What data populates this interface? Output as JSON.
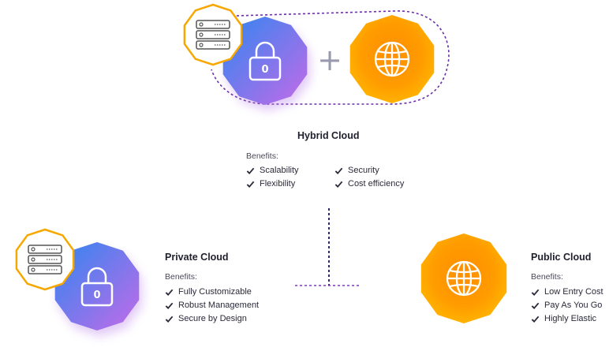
{
  "hybrid": {
    "title": "Hybrid Cloud",
    "benefits_label": "Benefits:",
    "benefits": [
      "Scalability",
      "Security",
      "Flexibility",
      "Cost efficiency"
    ]
  },
  "private": {
    "title": "Private Cloud",
    "benefits_label": "Benefits:",
    "benefits": [
      "Fully Customizable",
      "Robust Management",
      "Secure by Design"
    ]
  },
  "public": {
    "title": "Public Cloud",
    "benefits_label": "Benefits:",
    "benefits": [
      "Low Entry Cost",
      "Pay As You Go",
      "Highly Elastic"
    ]
  },
  "lock_digit": "0",
  "plus_sign": "+",
  "icons": [
    "server-rack-icon",
    "lock-icon",
    "globe-icon",
    "plus-icon",
    "check-icon"
  ],
  "colors": {
    "blue_gradient_start": "#2f86f0",
    "purple_gradient_end": "#c46ae8",
    "orange_gradient_start": "#ffb300",
    "orange_gradient_end": "#ff7a00",
    "server_badge_border": "#f6a800",
    "dashed_line": "#5b2d8f",
    "text_dark": "#1f1f2e"
  }
}
